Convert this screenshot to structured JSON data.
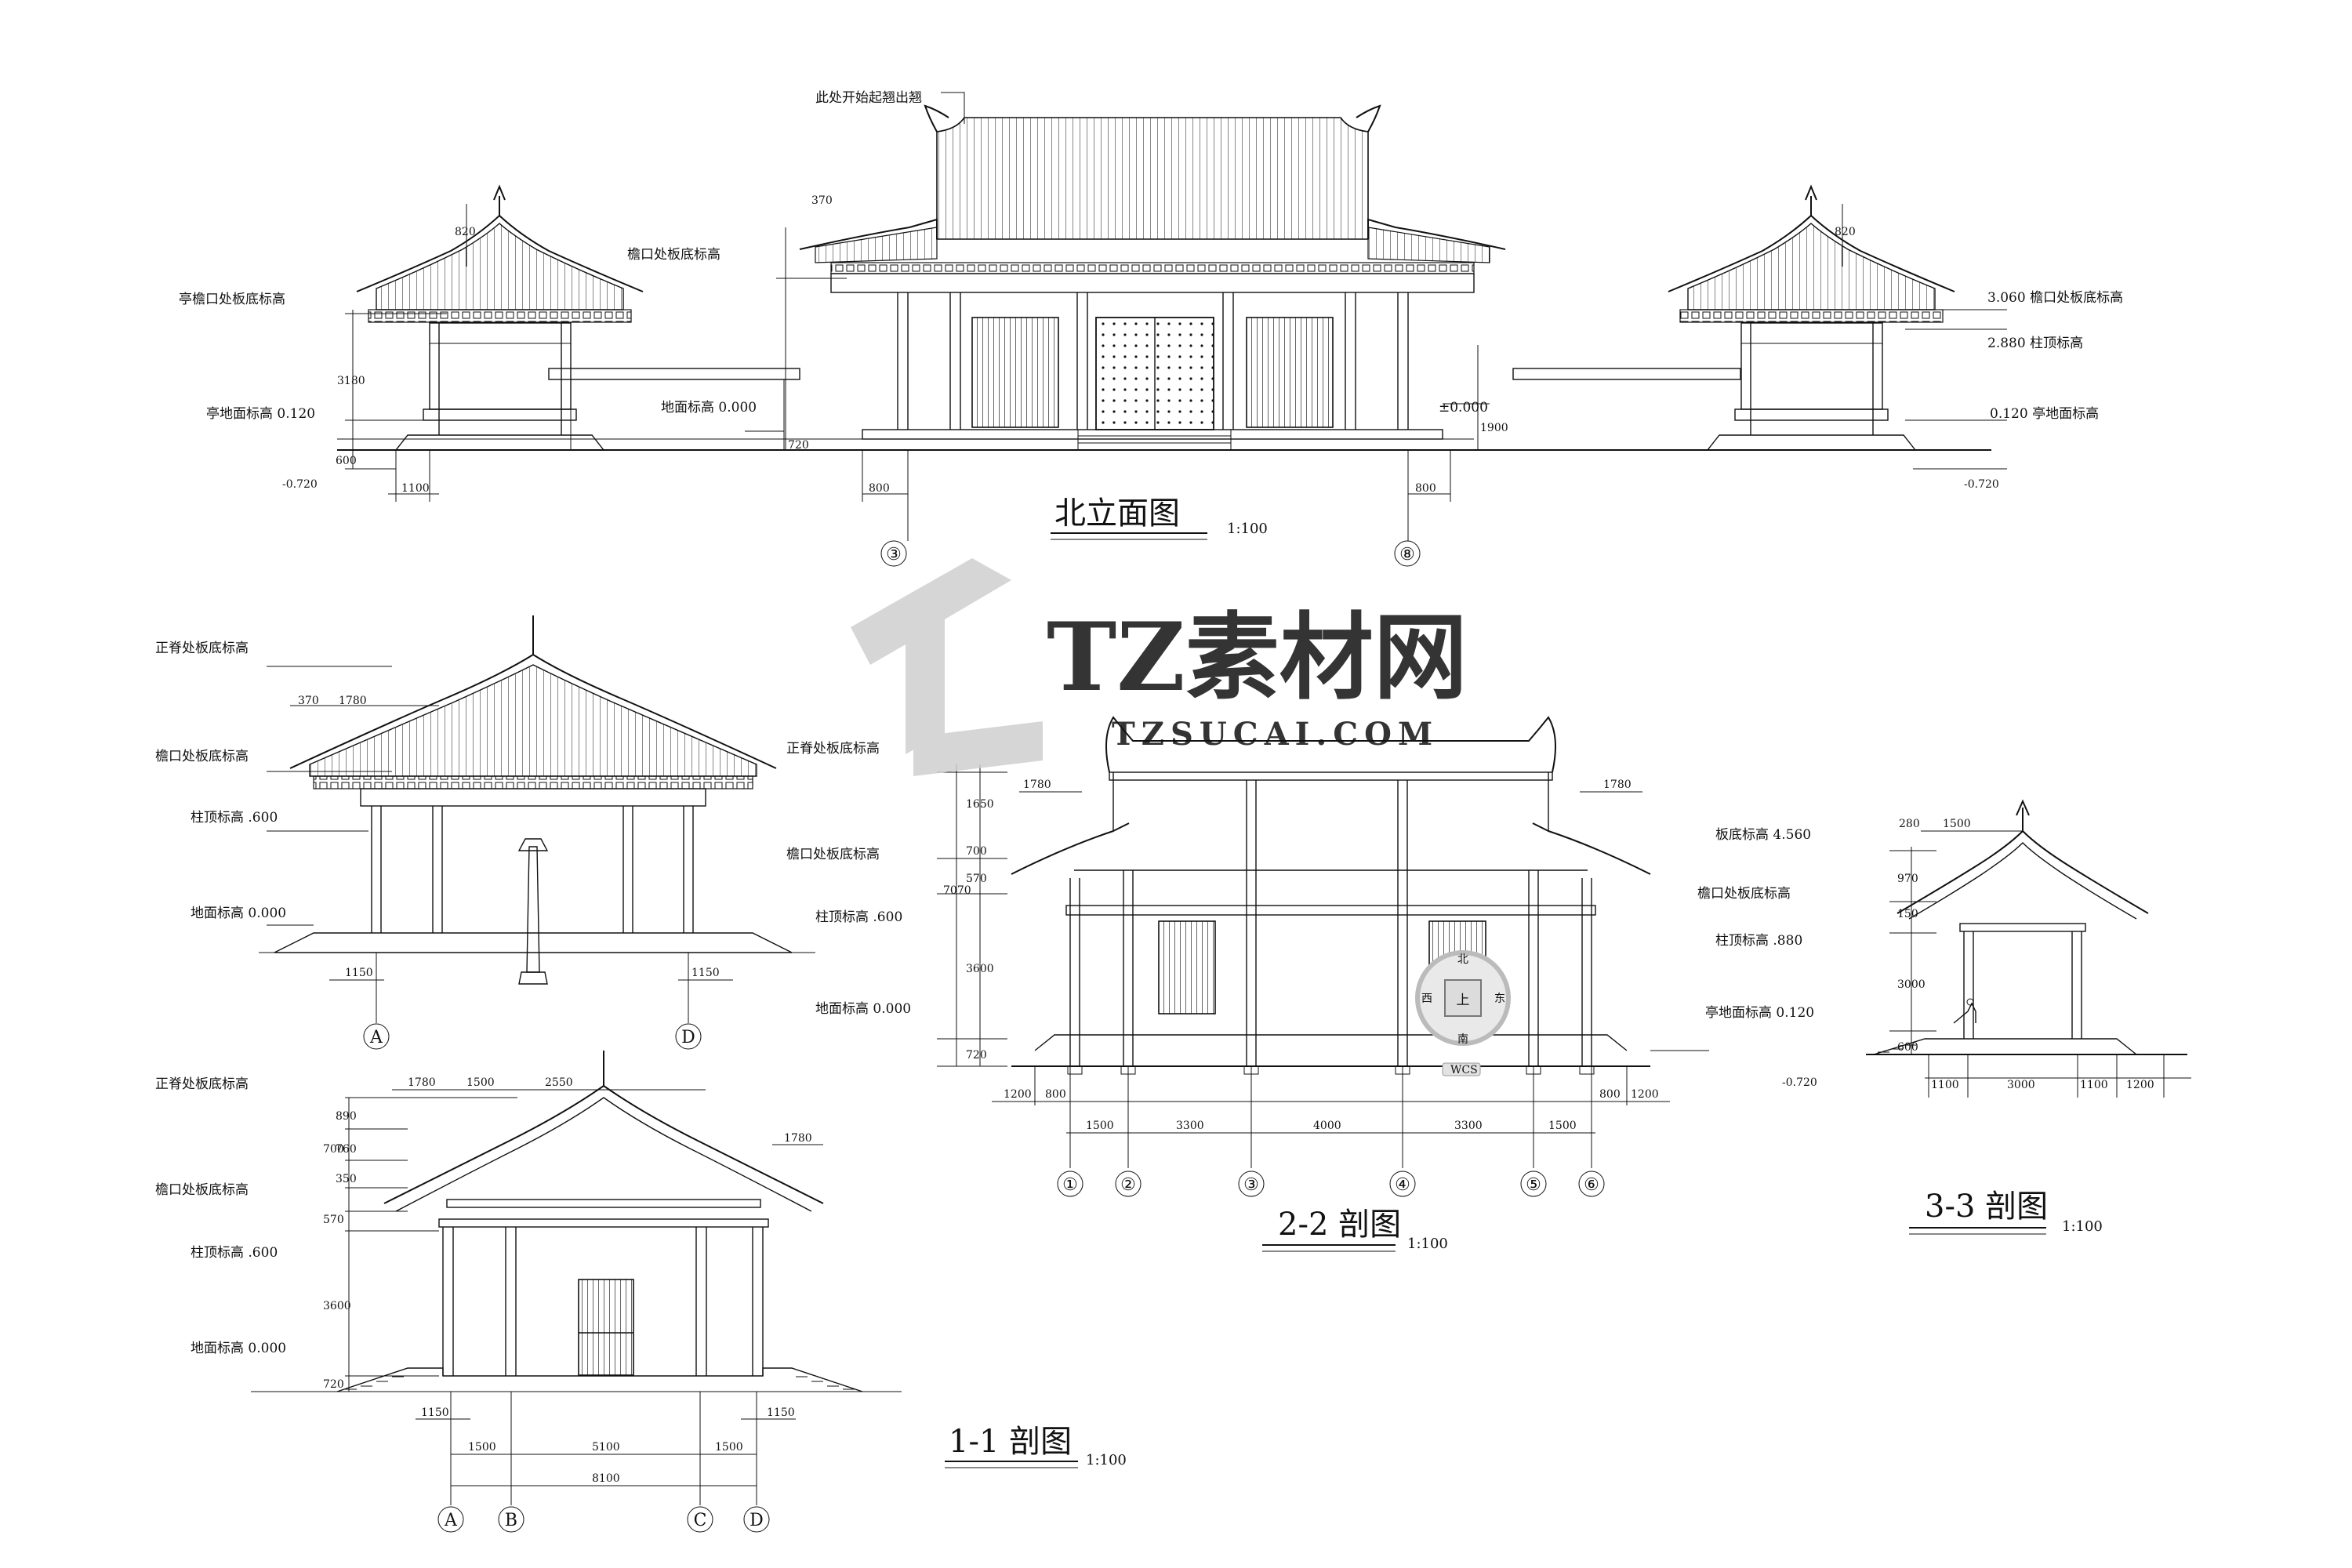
{
  "drawing": {
    "north_elevation": {
      "title": "北立面图",
      "scale": "1:100",
      "labels": {
        "ridge_note": "此处开始起翘出翘",
        "pav_eave_left": "亭檐口处板底标高",
        "hall_eave": "檐口处板底标高",
        "pav_floor_left": "亭地面标高 0.120",
        "ground": "地面标高 0.000",
        "pav_eave_right": "3.060 檐口处板底标高",
        "col_top_right": "2.880 柱顶标高",
        "pav_floor_right": "0.120 亭地面标高",
        "zero": "±0.000"
      },
      "dims": {
        "d820": "820",
        "d370": "370",
        "d3180": "3180",
        "d600": "600",
        "d1100": "1100",
        "d800": "800",
        "d720": "720",
        "d1900": "1900",
        "dm720": "-0.720"
      },
      "axes": [
        "③",
        "⑧"
      ]
    },
    "section_33_left_elev": {
      "labels": {
        "ridge": "正脊处板底标高",
        "eave": "檐口处板底标高",
        "col": "柱顶标高 .600",
        "ground": "地面标高 0.000"
      },
      "dims": {
        "d370": "370",
        "d1780": "1780",
        "d1150a": "1150",
        "d1150b": "1150"
      },
      "axes": [
        "A",
        "D"
      ]
    },
    "section_11": {
      "title": "1-1 剖图",
      "scale": "1:100",
      "labels": {
        "ridge": "正脊处板底标高",
        "eave": "檐口处板底标高",
        "col": "柱顶标高 .600",
        "ground": "地面标高 0.000"
      },
      "dims": {
        "top1780": "1780",
        "top1500": "1500",
        "top2550": "2550",
        "right1780": "1780",
        "d1150a": "1150",
        "d1150b": "1150",
        "b1500a": "1500",
        "b5100": "5100",
        "b1500b": "1500",
        "b8100": "8100",
        "v890": "890",
        "v760": "760",
        "v700": "700",
        "v350": "350",
        "v570": "570",
        "v3600": "3600",
        "v720": "720"
      },
      "axes": [
        "A",
        "B",
        "C",
        "D"
      ]
    },
    "section_22": {
      "title": "2-2 剖图",
      "scale": "1:100",
      "labels": {
        "ridge": "正脊处板底标高",
        "eave": "檐口处板底标高",
        "col": "柱顶标高 .600",
        "ground": "地面标高 0.000"
      },
      "dims": {
        "l1780": "1780",
        "r1780": "1780",
        "v1650": "1650",
        "v700": "700",
        "v570": "570",
        "v7070": "7070",
        "v3600": "3600",
        "v720": "720",
        "b1200a": "1200",
        "b800a": "800",
        "b800b": "800",
        "b1200b": "1200",
        "s1500a": "1500",
        "s3300a": "3300",
        "s4000": "4000",
        "s3300b": "3300",
        "s1500b": "1500"
      },
      "axes": [
        "①",
        "②",
        "③",
        "④",
        "⑤",
        "⑥"
      ]
    },
    "section_33": {
      "title": "3-3 剖图",
      "scale": "1:100",
      "labels": {
        "board": "板底标高 4.560",
        "eave": "檐口处板底标高",
        "col": "柱顶标高 .880",
        "floor": "亭地面标高 0.120",
        "neg": "-0.720"
      },
      "dims": {
        "d280": "280",
        "d1500": "1500",
        "v970": "970",
        "v150": "150",
        "v3000": "3000",
        "v600": "600",
        "b1100a": "1100",
        "b3000": "3000",
        "b1100b": "1100",
        "b1200": "1200"
      }
    }
  },
  "watermark": {
    "brand": "TZ素材网",
    "url": "TZSUCAI.COM"
  },
  "view_cube": {
    "top": "上",
    "north": "北",
    "south": "南",
    "west": "西",
    "east": "东",
    "wcs": "WCS"
  }
}
